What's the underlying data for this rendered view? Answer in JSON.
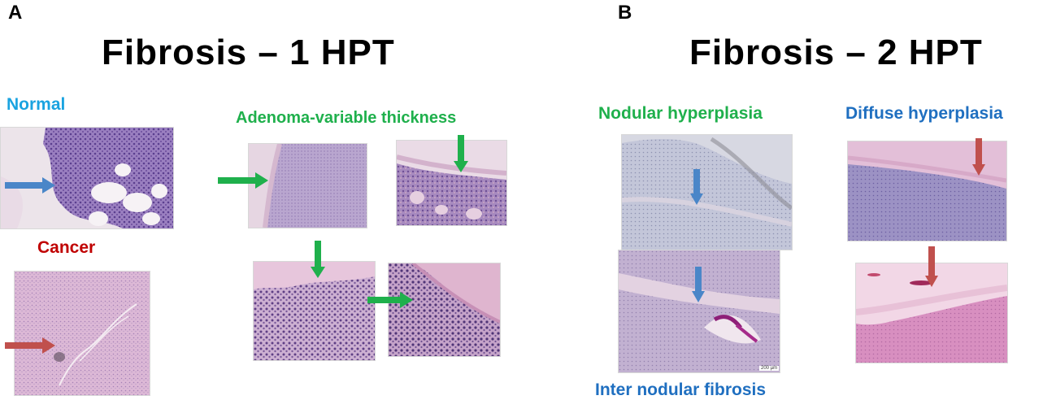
{
  "panels": {
    "a": {
      "letter": "A",
      "title": "Fibrosis – 1 HPT",
      "labels": {
        "normal": "Normal",
        "cancer": "Cancer",
        "adenoma": "Adenoma-variable thickness"
      }
    },
    "b": {
      "letter": "B",
      "title": "Fibrosis – 2 HPT",
      "labels": {
        "nodular": "Nodular hyperplasia",
        "diffuse": "Diffuse hyperplasia",
        "internodular": "Inter nodular fibrosis"
      },
      "scale_bar": "200 µm"
    }
  },
  "colors": {
    "normal_label": "#1aa3e0",
    "cancer_label": "#c00000",
    "adenoma_label": "#1fb04c",
    "blue_label": "#1f6fc0",
    "green_label": "#1fb04c",
    "blue_arrow": "#4a86c8",
    "red_arrow": "#c0504d",
    "green_arrow": "#1fb04c"
  }
}
